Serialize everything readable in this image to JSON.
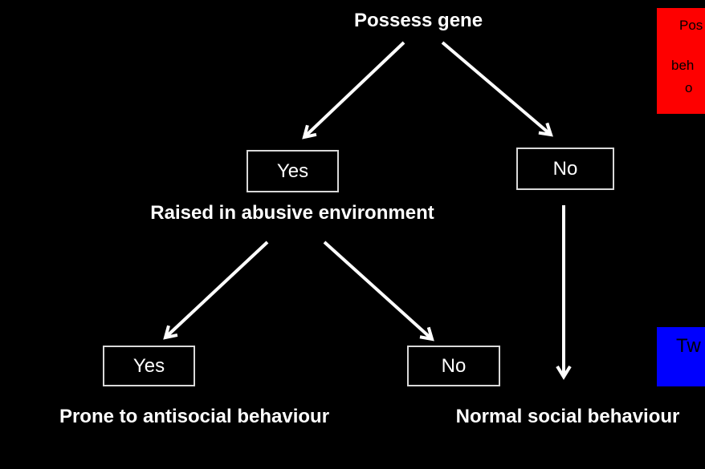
{
  "colors": {
    "background": "#000000",
    "arrow": "#ffffff",
    "box_border": "#d9d9d9",
    "red_callout": "#fe0000",
    "blue_callout": "#0000fe",
    "callout_text": "#000000"
  },
  "flowchart": {
    "root_question": "Possess gene",
    "gene_yes": "Yes",
    "gene_no": "No",
    "second_question": "Raised in abusive environment",
    "environment_yes": "Yes",
    "environment_no": "No",
    "outcome_left": "Prone to antisocial behaviour",
    "outcome_right": "Normal social behaviour"
  },
  "callouts": {
    "red_visible_lines": [
      "Pos",
      "beh",
      "o"
    ],
    "blue_visible_lines": [
      "Tw"
    ]
  }
}
